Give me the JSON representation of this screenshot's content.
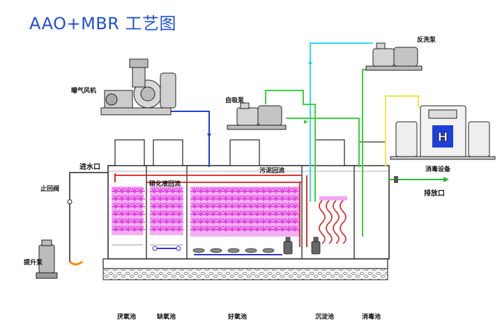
{
  "title": "AAO+MBR 工艺图",
  "labels": {
    "blower": "曝气风机",
    "backwash_pump": "反洗泵",
    "self_priming_pump": "自吸泵",
    "inlet": "进水口",
    "check_valve": "止回阀",
    "lift_pump": "提升泵",
    "nitrate_return": "硝化液回流",
    "sludge_return": "污泥回流",
    "disinfection_equipment": "消毒设备",
    "outlet": "排放口"
  },
  "tanks": [
    "厌氧池",
    "缺氧池",
    "好氧池",
    "沉淀池",
    "消毒池"
  ],
  "colors": {
    "title": "#1f4fd6",
    "air_line": "#1f3fd0",
    "water_line": "#33d6f0",
    "permeate_line": "#3cd23c",
    "disinfect_line": "#e8e84a",
    "return_line": "#e01818",
    "aeration": "#e040e0",
    "outlet_line": "#33b833"
  }
}
